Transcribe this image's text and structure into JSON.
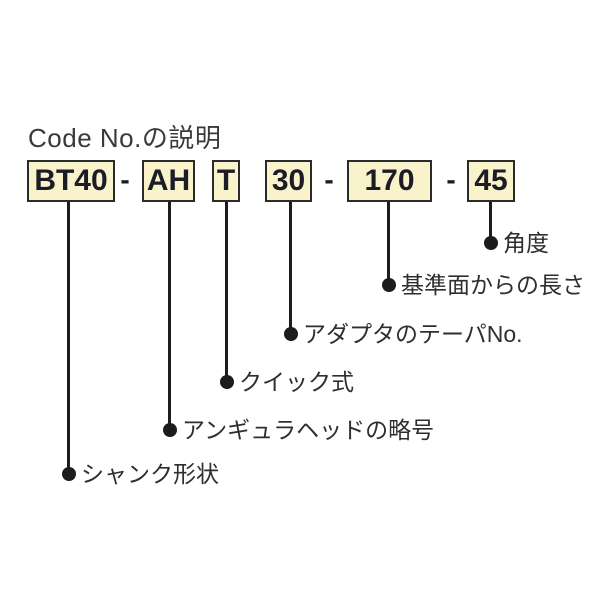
{
  "title": "Code No.の説明",
  "code": {
    "parts": [
      {
        "text": "BT40"
      },
      {
        "text": "AH"
      },
      {
        "text": "T"
      },
      {
        "text": "30"
      },
      {
        "text": "170"
      },
      {
        "text": "45"
      }
    ],
    "separator": "-"
  },
  "legend": [
    {
      "code": "BT40",
      "label": "シャンク形状"
    },
    {
      "code": "AH",
      "label": "アンギュラヘッドの略号"
    },
    {
      "code": "T",
      "label": "クイック式"
    },
    {
      "code": "30",
      "label": "アダプタのテーパNo."
    },
    {
      "code": "170",
      "label": "基準面からの長さ"
    },
    {
      "code": "45",
      "label": "角度"
    }
  ],
  "colors": {
    "background": "#ffffff",
    "box_fill": "#f8f3cb",
    "box_border": "#2b2b2b",
    "line": "#1c1c1c",
    "code_text": "#1c1c26",
    "label_text": "#2e2e33",
    "title_text": "#3a3a3a"
  }
}
